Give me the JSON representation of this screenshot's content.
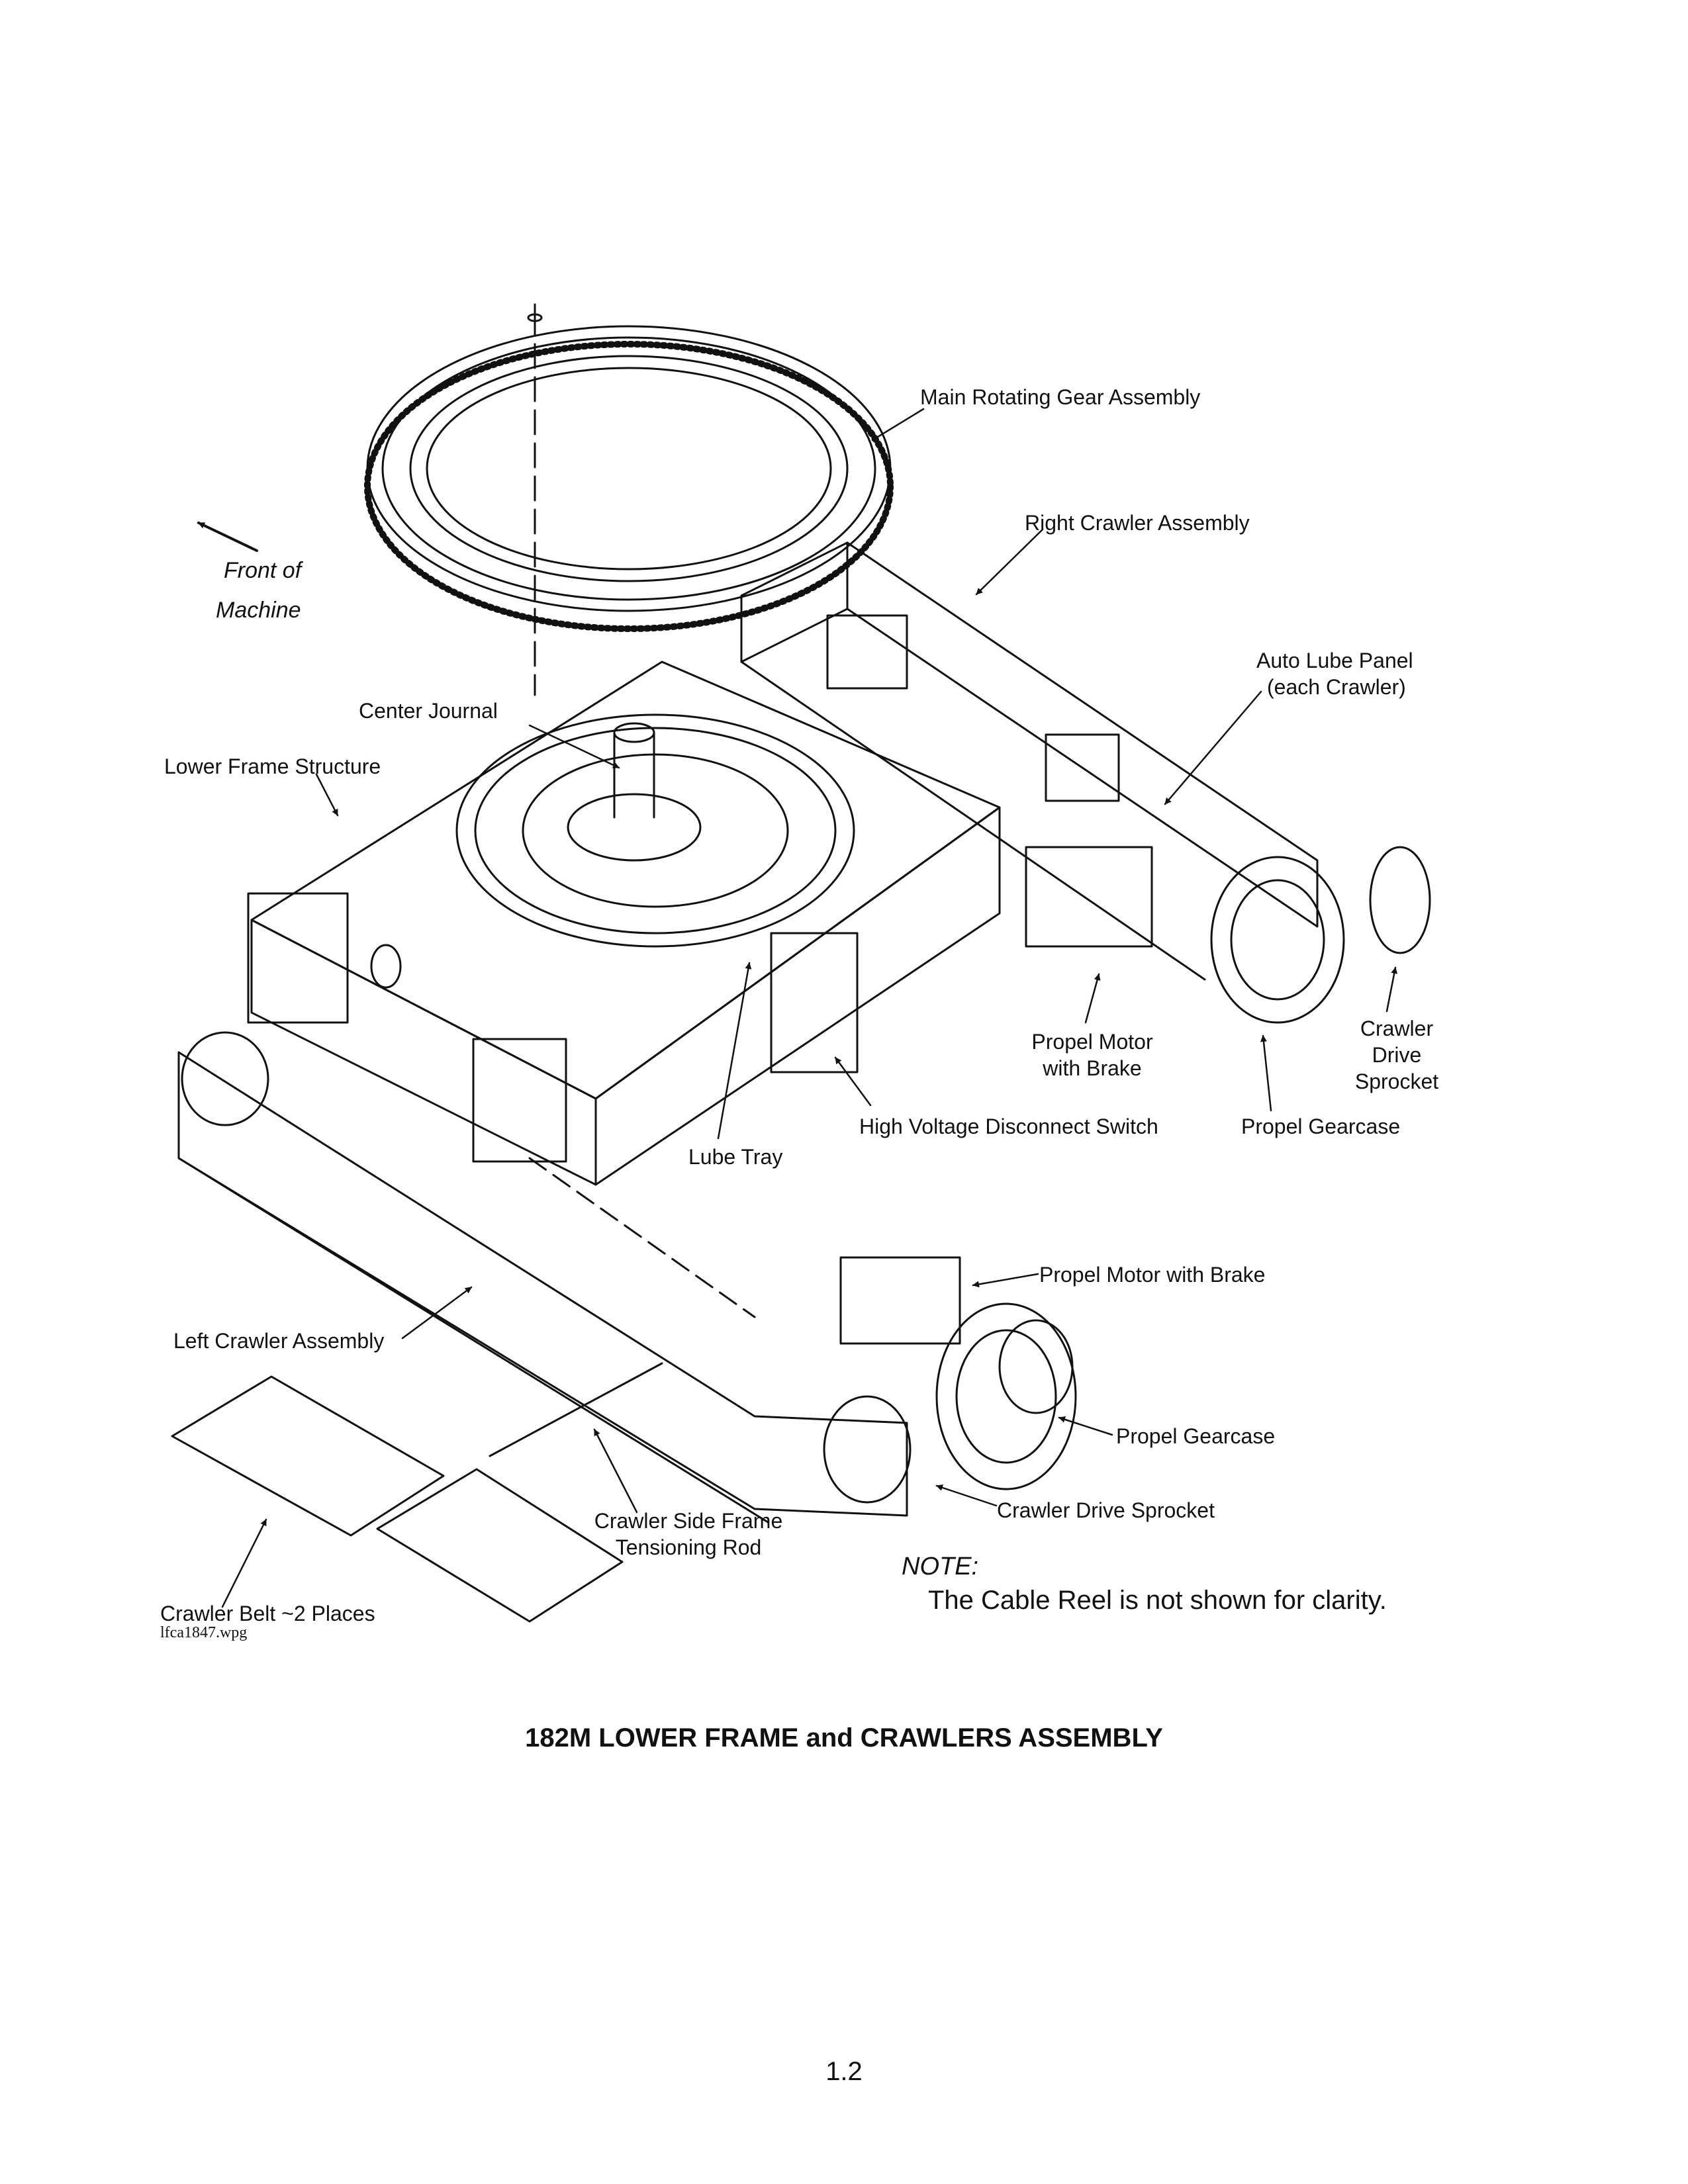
{
  "orientation": {
    "line1": "Front of",
    "line2": "Machine"
  },
  "labels": {
    "main_rotating_gear": "Main Rotating Gear Assembly",
    "right_crawler": "Right Crawler Assembly",
    "auto_lube_1": "Auto Lube Panel",
    "auto_lube_2": "(each Crawler)",
    "center_journal": "Center Journal",
    "lower_frame": "Lower Frame Structure",
    "propel_motor_top_1": "Propel Motor",
    "propel_motor_top_2": "with Brake",
    "crawler_drive_top_1": "Crawler",
    "crawler_drive_top_2": "Drive",
    "crawler_drive_top_3": "Sprocket",
    "high_voltage": "High Voltage Disconnect Switch",
    "propel_gearcase_top": "Propel Gearcase",
    "lube_tray": "Lube Tray",
    "propel_motor_bottom": "Propel Motor with Brake",
    "left_crawler": "Left Crawler Assembly",
    "propel_gearcase_bottom": "Propel Gearcase",
    "tension_rod_1": "Crawler Side Frame",
    "tension_rod_2": "Tensioning Rod",
    "crawler_drive_bottom": "Crawler Drive Sprocket",
    "crawler_belt": "Crawler Belt ~2 Places"
  },
  "file_ref": "lfca1847.wpg",
  "note": {
    "heading": "NOTE:",
    "body": "The Cable Reel is not shown for clarity."
  },
  "title": "182M  LOWER FRAME and CRAWLERS ASSEMBLY",
  "page_number": "1.2"
}
